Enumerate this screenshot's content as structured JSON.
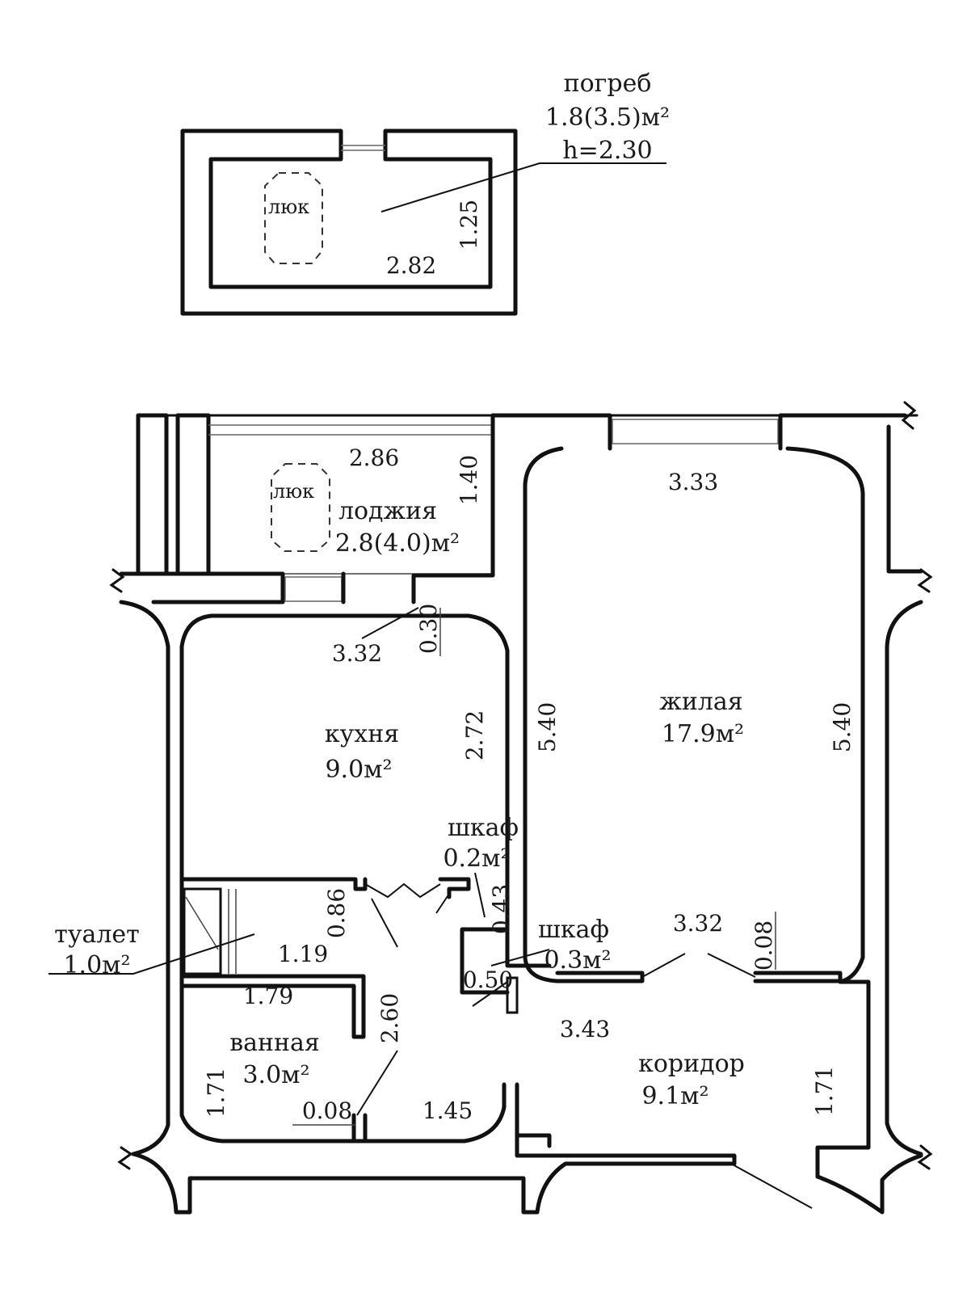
{
  "cellar": {
    "name": "погреб",
    "area": "1.8(3.5)м²",
    "height": "h=2.30",
    "hatch": "люк",
    "dim_length": "2.82",
    "dim_width": "1.25"
  },
  "rooms": {
    "loggia": {
      "name": "лоджия",
      "area": "2.8(4.0)м²",
      "hatch": "люк",
      "dim_length": "2.86",
      "dim_width": "1.40"
    },
    "kitchen": {
      "name": "кухня",
      "area": "9.0м²",
      "dim_top": "3.32",
      "dim_side": "2.72",
      "dim_door": "0.30"
    },
    "living": {
      "name": "жилая",
      "area": "17.9м²",
      "dim_top": "3.33",
      "dim_left": "5.40",
      "dim_right": "5.40",
      "dim_bottom": "3.32",
      "dim_wall": "0.08"
    },
    "closet_1": {
      "name": "шкаф",
      "area": "0.2м²",
      "dim": "0.43"
    },
    "closet_2": {
      "name": "шкаф",
      "area": "0.3м²",
      "dim": "0.50"
    },
    "toilet": {
      "name": "туалет",
      "area": "1.0м²",
      "dim_length": "1.19",
      "dim_width": "0.86"
    },
    "bathroom": {
      "name": "ванная",
      "area": "3.0м²",
      "dim_top": "1.79",
      "dim_side": "1.71",
      "dim_wall": "0.08",
      "dim_right": "2.60"
    },
    "corridor": {
      "name": "коридор",
      "area": "9.1м²",
      "dim_top": "3.43",
      "dim_bottom": "1.45",
      "dim_right": "1.71"
    }
  }
}
